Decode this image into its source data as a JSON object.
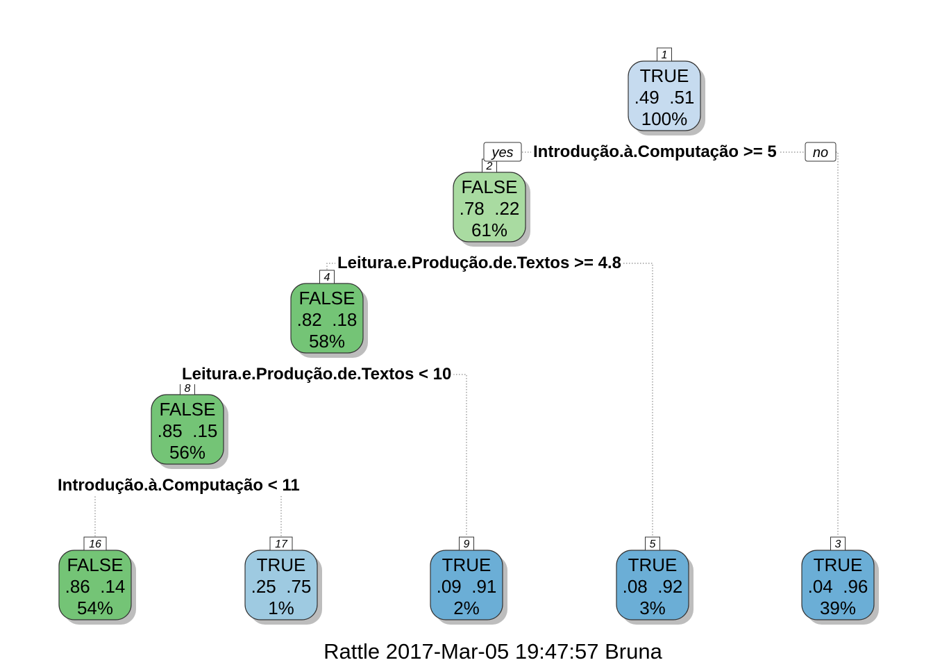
{
  "footer": "Rattle 2017-Mar-05 19:47:57 Bruna",
  "branch_labels": {
    "yes": "yes",
    "no": "no"
  },
  "colors": {
    "green_light": "#a9dba1",
    "green": "#74c476",
    "blue_pale": "#c6dbef",
    "blue_light": "#9ecae1",
    "blue": "#6baed6",
    "shadow": "#bdbdbd",
    "line": "#888888"
  },
  "nodes": [
    {
      "id": "1",
      "class_label": "TRUE",
      "probs": ".49  .51",
      "pct": "100%",
      "color": "blue_pale"
    },
    {
      "id": "2",
      "class_label": "FALSE",
      "probs": ".78  .22",
      "pct": "61%",
      "color": "green_light"
    },
    {
      "id": "4",
      "class_label": "FALSE",
      "probs": ".82  .18",
      "pct": "58%",
      "color": "green"
    },
    {
      "id": "8",
      "class_label": "FALSE",
      "probs": ".85  .15",
      "pct": "56%",
      "color": "green"
    },
    {
      "id": "16",
      "class_label": "FALSE",
      "probs": ".86  .14",
      "pct": "54%",
      "color": "green"
    },
    {
      "id": "17",
      "class_label": "TRUE",
      "probs": ".25  .75",
      "pct": "1%",
      "color": "blue_light"
    },
    {
      "id": "9",
      "class_label": "TRUE",
      "probs": ".09  .91",
      "pct": "2%",
      "color": "blue"
    },
    {
      "id": "5",
      "class_label": "TRUE",
      "probs": ".08  .92",
      "pct": "3%",
      "color": "blue"
    },
    {
      "id": "3",
      "class_label": "TRUE",
      "probs": ".04  .96",
      "pct": "39%",
      "color": "blue"
    }
  ],
  "splits": [
    {
      "parent": "1",
      "yes_child": "2",
      "no_child": "3",
      "rule": "Introdução.à.Computação >= 5"
    },
    {
      "parent": "2",
      "yes_child": "4",
      "no_child": "5",
      "rule": "Leitura.e.Produção.de.Textos >= 4.8"
    },
    {
      "parent": "4",
      "yes_child": "8",
      "no_child": "9",
      "rule": "Leitura.e.Produção.de.Textos < 10"
    },
    {
      "parent": "8",
      "yes_child": "16",
      "no_child": "17",
      "rule": "Introdução.à.Computação < 11"
    }
  ]
}
